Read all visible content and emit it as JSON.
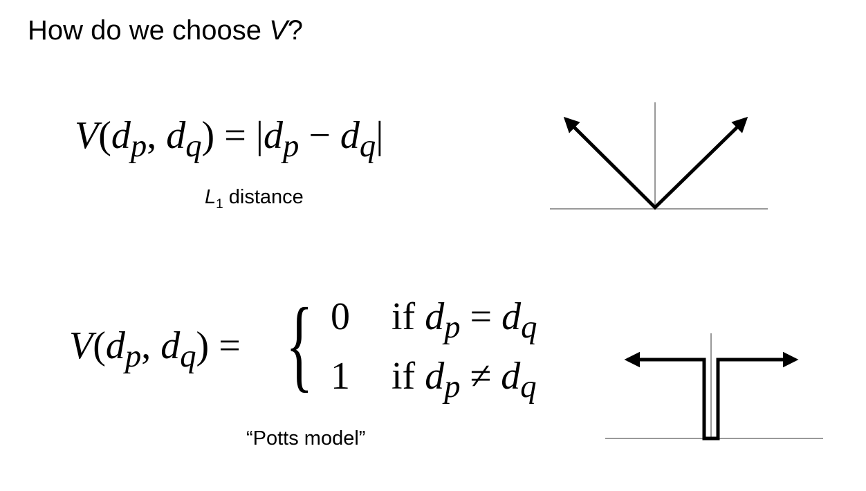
{
  "slide": {
    "title_prefix": "How do we choose ",
    "title_var": "V",
    "title_suffix": "?"
  },
  "equation1": {
    "lhs_fn": "V",
    "lhs_open": "(",
    "dp": "d",
    "p": "p",
    "comma": ", ",
    "dq": "d",
    "q": "q",
    "lhs_close": ")",
    "eq": " = ",
    "rhs_open": "|",
    "minus": " − ",
    "rhs_close": "|",
    "caption_var": "L",
    "caption_sub": "1",
    "caption_text": " distance"
  },
  "equation2": {
    "lhs_fn": "V",
    "lhs_open": "(",
    "dp": "d",
    "p": "p",
    "comma": ", ",
    "dq": "d",
    "q": "q",
    "lhs_close": ")",
    "eq": " =",
    "brace": "{",
    "case0_value": "0",
    "case1_value": "1",
    "if_word": "if ",
    "equal_op": " = ",
    "notequal_op": " ≠ ",
    "caption": "“Potts model”"
  },
  "colors": {
    "axis": "#999999",
    "stroke": "#000000"
  }
}
